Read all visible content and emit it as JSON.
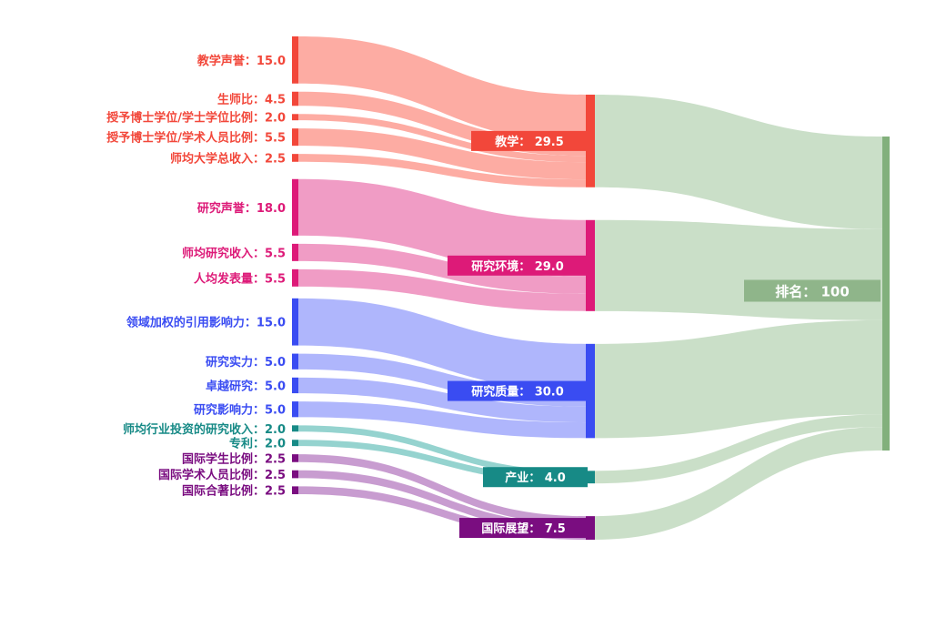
{
  "chart_data": {
    "type": "sankey",
    "sources": [
      {
        "id": "s1",
        "label": "教学声誉：",
        "value": 15.0,
        "value_text": "15.0",
        "target": "teaching"
      },
      {
        "id": "s2",
        "label": "生师比：",
        "value": 4.5,
        "value_text": "4.5",
        "target": "teaching"
      },
      {
        "id": "s3",
        "label": "授予博士学位/学士学位比例：",
        "value": 2.0,
        "value_text": "2.0",
        "target": "teaching"
      },
      {
        "id": "s4",
        "label": "授予博士学位/学术人员比例：",
        "value": 5.5,
        "value_text": "5.5",
        "target": "teaching"
      },
      {
        "id": "s5",
        "label": "师均大学总收入：",
        "value": 2.5,
        "value_text": "2.5",
        "target": "teaching"
      },
      {
        "id": "s6",
        "label": "研究声誉：",
        "value": 18.0,
        "value_text": "18.0",
        "target": "environment"
      },
      {
        "id": "s7",
        "label": "师均研究收入：",
        "value": 5.5,
        "value_text": "5.5",
        "target": "environment"
      },
      {
        "id": "s8",
        "label": "人均发表量：",
        "value": 5.5,
        "value_text": "5.5",
        "target": "environment"
      },
      {
        "id": "s9",
        "label": "领域加权的引用影响力：",
        "value": 15.0,
        "value_text": "15.0",
        "target": "quality"
      },
      {
        "id": "s10",
        "label": "研究实力：",
        "value": 5.0,
        "value_text": "5.0",
        "target": "quality"
      },
      {
        "id": "s11",
        "label": "卓越研究：",
        "value": 5.0,
        "value_text": "5.0",
        "target": "quality"
      },
      {
        "id": "s12",
        "label": "研究影响力：",
        "value": 5.0,
        "value_text": "5.0",
        "target": "quality"
      },
      {
        "id": "s13",
        "label": "师均行业投资的研究收入：",
        "value": 2.0,
        "value_text": "2.0",
        "target": "industry"
      },
      {
        "id": "s14",
        "label": "专利：",
        "value": 2.0,
        "value_text": "2.0",
        "target": "industry"
      },
      {
        "id": "s15",
        "label": "国际学生比例：",
        "value": 2.5,
        "value_text": "2.5",
        "target": "international"
      },
      {
        "id": "s16",
        "label": "国际学术人员比例：",
        "value": 2.5,
        "value_text": "2.5",
        "target": "international"
      },
      {
        "id": "s17",
        "label": "国际合著比例：",
        "value": 2.5,
        "value_text": "2.5",
        "target": "international"
      }
    ],
    "categories": [
      {
        "id": "teaching",
        "label": "教学：",
        "value": 29.5,
        "value_text": "29.5",
        "color": "#f2473a",
        "link_color": "#fda59b"
      },
      {
        "id": "environment",
        "label": "研究环境：",
        "value": 29.0,
        "value_text": "29.0",
        "color": "#dd1a78",
        "link_color": "#ef94c0"
      },
      {
        "id": "quality",
        "label": "研究质量：",
        "value": 30.0,
        "value_text": "30.0",
        "color": "#3a4cf2",
        "link_color": "#a8b0fc"
      },
      {
        "id": "industry",
        "label": "产业：",
        "value": 4.0,
        "value_text": "4.0",
        "color": "#178a86",
        "link_color": "#8ccfcb"
      },
      {
        "id": "international",
        "label": "国际展望：",
        "value": 7.5,
        "value_text": "7.5",
        "color": "#7a0d80",
        "link_color": "#c394cc"
      }
    ],
    "total": {
      "label": "排名：",
      "value": 100,
      "value_text": "100",
      "color": "#82b07c",
      "link_color": "#c6dcc3",
      "label_bg": "#8fb58a"
    }
  }
}
